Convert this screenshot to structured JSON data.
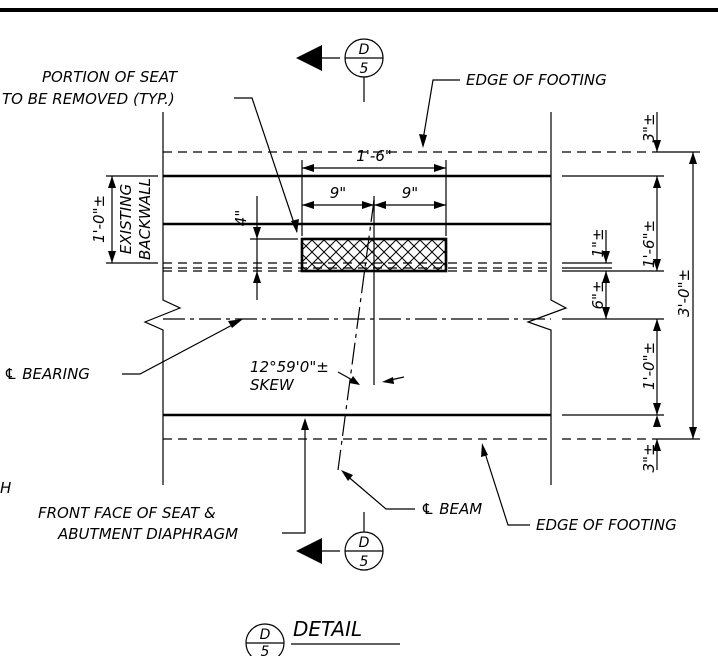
{
  "section_marker_top": {
    "letter": "D",
    "sheet": "5"
  },
  "section_marker_bottom": {
    "letter": "D",
    "sheet": "5"
  },
  "title_marker": {
    "letter": "D",
    "sheet": "5"
  },
  "title": "DETAIL",
  "labels": {
    "portion_line1": "PORTION OF SEAT",
    "portion_line2": "TO BE REMOVED (TYP.)",
    "edge_footing_top": "EDGE OF FOOTING",
    "edge_footing_bottom": "EDGE OF FOOTING",
    "existing_backwall_line1": "EXISTING",
    "existing_backwall_line2": "BACKWALL",
    "cl_bearing": "℄ BEARING",
    "skew_line1": "12°59'0\"±",
    "skew_line2": "SKEW",
    "front_face_line1": "FRONT FACE OF SEAT &",
    "front_face_line2": "ABUTMENT DIAPHRAGM",
    "cl_beam": "℄ BEAM",
    "cut_left_fragment": "H"
  },
  "dimensions": {
    "top_width": "1'-6\"",
    "half_left": "9\"",
    "half_right": "9\"",
    "four_inch": "4\"",
    "backwall": "1'-0\"±",
    "right_3_top": "3\"±",
    "right_1_6": "1'-6\"±",
    "right_3_0": "3'-0\"±",
    "right_1": "1\"±",
    "right_6": "6\"±",
    "right_1_0": "1'-0\"±",
    "right_3_bottom": "3\"±"
  }
}
